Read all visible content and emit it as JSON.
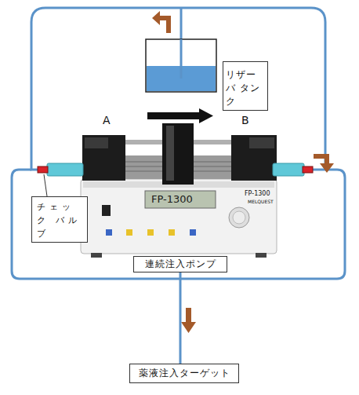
{
  "diagram": {
    "nodes": [
      {
        "text": [
          "リザーバ タンク"
        ]
      },
      {
        "text": [
          "チェック バルブ"
        ]
      },
      {
        "text": [
          "連続注入ポンプ"
        ]
      },
      {
        "text": [
          "薬液注入ターゲット"
        ]
      }
    ],
    "edges": [
      {
        "from": 2,
        "to": 3,
        "arrow": "none"
      }
    ],
    "labels": [
      "A",
      "B",
      "FP-1300",
      "FP-1300",
      "MELQUEST"
    ]
  }
}
